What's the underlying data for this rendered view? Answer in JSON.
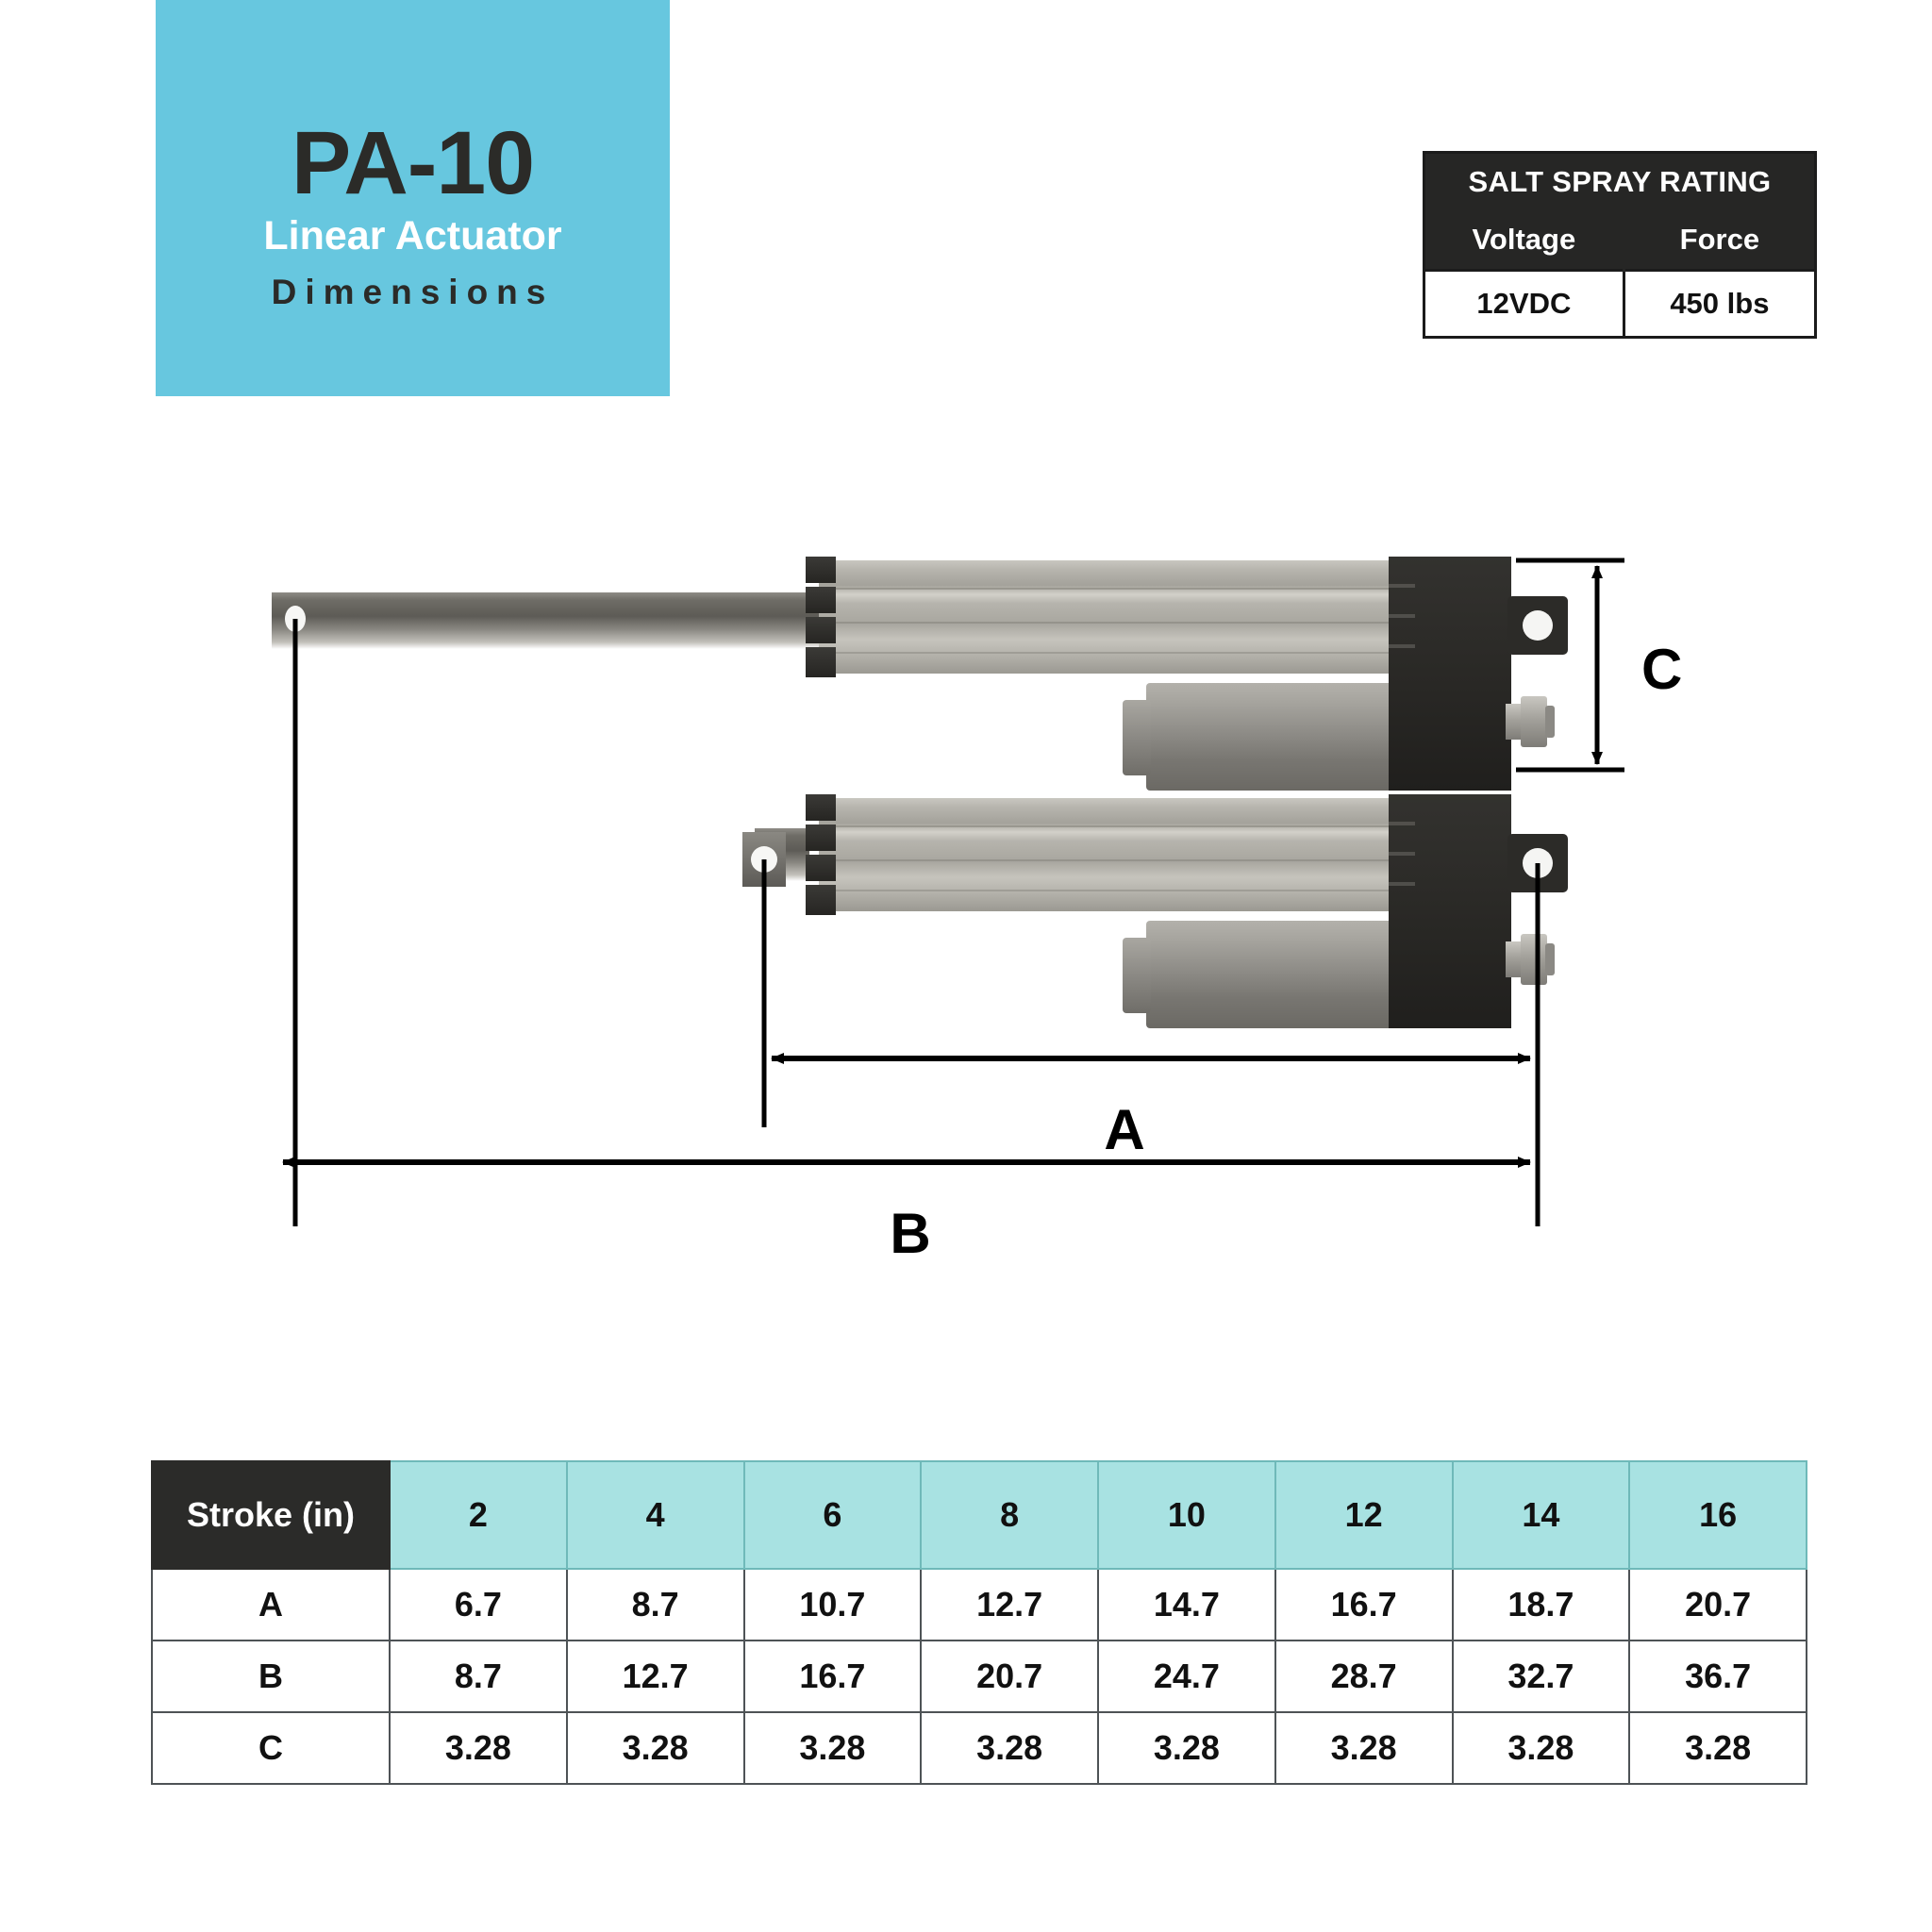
{
  "title_block": {
    "product_name": "PA-10",
    "product_type": "Linear Actuator",
    "subtitle": "Dimensions",
    "bg_color": "#67C7DF"
  },
  "spec_table": {
    "title": "SALT SPRAY RATING",
    "headers": [
      "Voltage",
      "Force"
    ],
    "values": [
      "12VDC",
      "450 lbs"
    ],
    "header_bg": "#262625",
    "header_fg": "#FFFFFF"
  },
  "diagram": {
    "dimension_labels": {
      "a": "A",
      "b": "B",
      "c": "C"
    },
    "parts": {
      "extended_rod": "extended-piston-rod",
      "outer_tube": "aluminum-outer-tube",
      "motor_housing": "motor-cylinder",
      "rear_block": "rear-housing-block",
      "rear_bracket": "rear-mounting-bracket",
      "front_bracket": "front-mounting-bracket",
      "connector": "power-connector"
    }
  },
  "dimension_table": {
    "corner_label": "Stroke (in)",
    "strokes": [
      "2",
      "4",
      "6",
      "8",
      "10",
      "12",
      "14",
      "16"
    ],
    "rows": [
      {
        "label": "A",
        "values": [
          "6.7",
          "8.7",
          "10.7",
          "12.7",
          "14.7",
          "16.7",
          "18.7",
          "20.7"
        ]
      },
      {
        "label": "B",
        "values": [
          "8.7",
          "12.7",
          "16.7",
          "20.7",
          "24.7",
          "28.7",
          "32.7",
          "36.7"
        ]
      },
      {
        "label": "C",
        "values": [
          "3.28",
          "3.28",
          "3.28",
          "3.28",
          "3.28",
          "3.28",
          "3.28",
          "3.28"
        ]
      }
    ],
    "header_bg": "#A8E2E2",
    "corner_bg": "#2B2B29"
  }
}
